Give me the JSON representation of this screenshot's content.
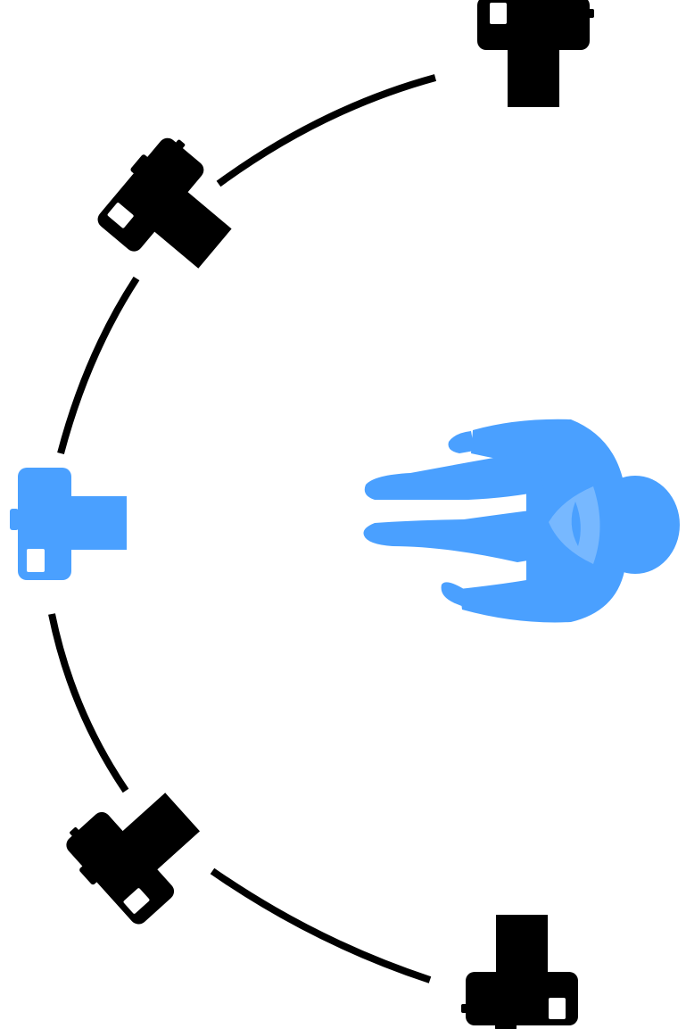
{
  "diagram": {
    "colors": {
      "background": "#ffffff",
      "inactive": "#000000",
      "active": "#4aa0ff",
      "active_shade": "#77b8ff"
    },
    "subject": {
      "icon": "person-top-view-icon",
      "color": "#4aa0ff"
    },
    "cameras": [
      {
        "icon": "camera-icon",
        "state": "inactive",
        "color": "#000000"
      },
      {
        "icon": "camera-icon",
        "state": "inactive",
        "color": "#000000"
      },
      {
        "icon": "camera-icon",
        "state": "active",
        "color": "#4aa0ff"
      },
      {
        "icon": "camera-icon",
        "state": "inactive",
        "color": "#000000"
      },
      {
        "icon": "camera-icon",
        "state": "inactive",
        "color": "#000000"
      }
    ]
  }
}
